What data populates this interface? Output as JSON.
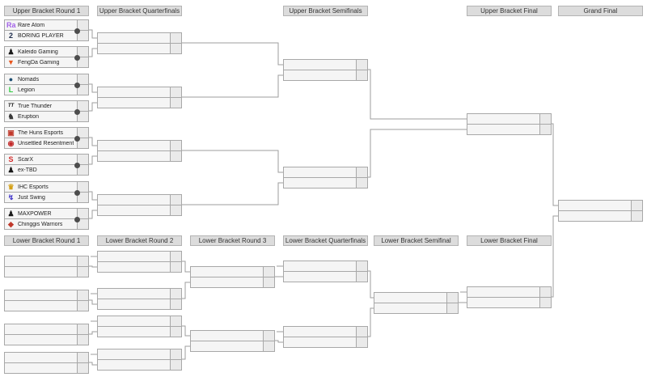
{
  "bracket": {
    "upper_headers": [
      "Upper Bracket Round 1",
      "Upper Bracket Quarterfinals",
      "Upper Bracket Semifinals",
      "Upper Bracket Final",
      "Grand Final"
    ],
    "lower_headers": [
      "Lower Bracket Round 1",
      "Lower Bracket Round 2",
      "Lower Bracket Round 3",
      "Lower Bracket Quarterfinals",
      "Lower Bracket Semifinal",
      "Lower Bracket Final"
    ],
    "round1_matches": [
      {
        "team1": {
          "name": "Rare Atom",
          "icon": "rare-atom-logo",
          "glyph": "Ra",
          "color": "#a362e8"
        },
        "team2": {
          "name": "BORING PLAYER",
          "icon": "boring-player-logo",
          "glyph": "2",
          "color": "#1c2b4a"
        }
      },
      {
        "team1": {
          "name": "Kaleido Gaming",
          "icon": "kaleido-gaming-logo",
          "glyph": "♟",
          "color": "#1a1a1a"
        },
        "team2": {
          "name": "FengDa Gaming",
          "icon": "fengda-gaming-logo",
          "glyph": "▼",
          "color": "#e8551c"
        }
      },
      {
        "team1": {
          "name": "Nomads",
          "icon": "nomads-logo",
          "glyph": "●",
          "color": "#1d4f72"
        },
        "team2": {
          "name": "Legion",
          "icon": "legion-logo",
          "glyph": "L",
          "color": "#2ecc40"
        }
      },
      {
        "team1": {
          "name": "True Thunder",
          "icon": "true-thunder-logo",
          "glyph": "TT",
          "color": "#111111"
        },
        "team2": {
          "name": "Eruption",
          "icon": "eruption-logo",
          "glyph": "♞",
          "color": "#3a3a3a"
        }
      },
      {
        "team1": {
          "name": "The Huns Esports",
          "icon": "the-huns-esports-logo",
          "glyph": "▣",
          "color": "#c0392b"
        },
        "team2": {
          "name": "Unsettled Resentment",
          "icon": "unsettled-resentment-logo",
          "glyph": "◉",
          "color": "#c22a2a"
        }
      },
      {
        "team1": {
          "name": "ScarX",
          "icon": "scarx-logo",
          "glyph": "S",
          "color": "#d42a2a"
        },
        "team2": {
          "name": "ex-TBD",
          "icon": "ex-tbd-logo",
          "glyph": "♟",
          "color": "#1a1a1a"
        }
      },
      {
        "team1": {
          "name": "IHC Esports",
          "icon": "ihc-esports-logo",
          "glyph": "♛",
          "color": "#d4a017"
        },
        "team2": {
          "name": "Just Swing",
          "icon": "just-swing-logo",
          "glyph": "↯",
          "color": "#4338ca"
        }
      },
      {
        "team1": {
          "name": "MAXPOWER",
          "icon": "maxpower-logo",
          "glyph": "♟",
          "color": "#1a1a1a"
        },
        "team2": {
          "name": "Chinggis Warriors",
          "icon": "chinggis-warriors-logo",
          "glyph": "◆",
          "color": "#c0392b"
        }
      }
    ]
  }
}
